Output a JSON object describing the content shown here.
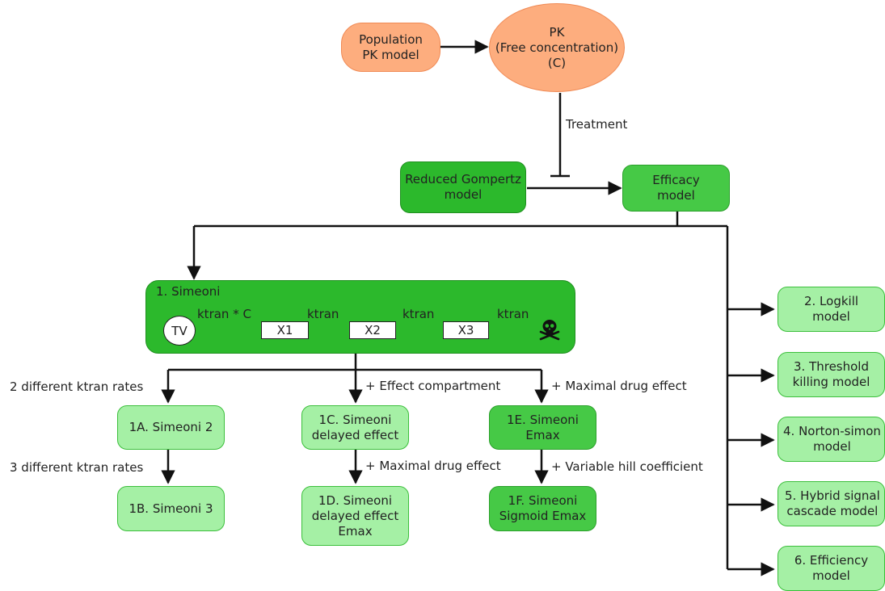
{
  "nodes": {
    "pop_pk": "Population\nPK model",
    "pk": "PK\n(Free concentration)\n(C)",
    "gompertz": "Reduced Gompertz\nmodel",
    "efficacy": "Efficacy\nmodel",
    "simeoni": "1. Simeoni",
    "tv": "TV",
    "x1": "X1",
    "x2": "X2",
    "x3": "X3",
    "s1a": "1A. Simeoni 2",
    "s1b": "1B. Simeoni 3",
    "s1c": "1C. Simeoni\ndelayed effect",
    "s1d": "1D. Simeoni\ndelayed effect\nEmax",
    "s1e": "1E. Simeoni\nEmax",
    "s1f": "1F. Simeoni\nSigmoid Emax",
    "m2": "2. Logkill\nmodel",
    "m3": "3. Threshold\nkilling model",
    "m4": "4. Norton-simon\nmodel",
    "m5": "5. Hybrid signal\ncascade model",
    "m6": "6. Efficiency\nmodel"
  },
  "labels": {
    "treatment": "Treatment",
    "ktran_c": "ktran * C",
    "ktran1": "ktran",
    "ktran2": "ktran",
    "ktran3": "ktran",
    "two_rates": "2 different ktran rates",
    "three_rates": "3 different ktran rates",
    "effect_comp": "+ Effect compartment",
    "max_effect1": "+ Maximal drug effect",
    "max_effect2": "+ Maximal drug effect",
    "hill": "+ Variable hill coefficient"
  },
  "icons": {
    "death": "skull-crossbones-icon"
  },
  "colors": {
    "orange": "#fdad7e",
    "green_dark": "#2cb92c",
    "green_medium": "#46c946",
    "green_light": "#a5f0a5"
  }
}
